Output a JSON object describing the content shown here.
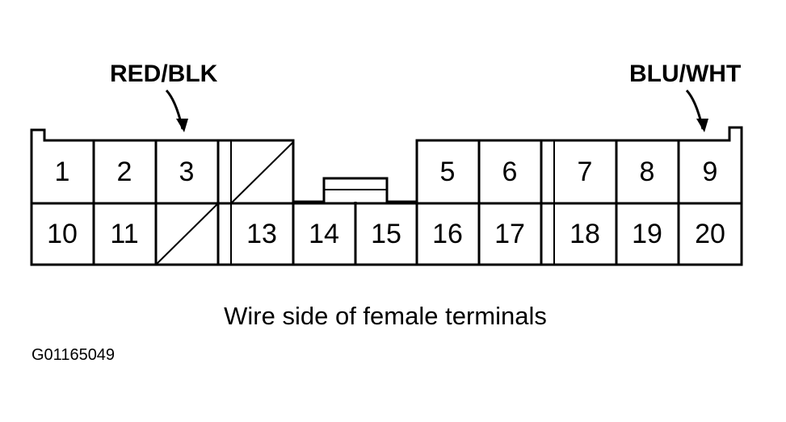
{
  "wire_labels": {
    "left": "RED/BLK",
    "right": "BLU/WHT"
  },
  "pins": {
    "p1": "1",
    "p2": "2",
    "p3": "3",
    "p5": "5",
    "p6": "6",
    "p7": "7",
    "p8": "8",
    "p9": "9",
    "p10": "10",
    "p11": "11",
    "p13": "13",
    "p14": "14",
    "p15": "15",
    "p16": "16",
    "p17": "17",
    "p18": "18",
    "p19": "19",
    "p20": "20"
  },
  "caption": "Wire side of female terminals",
  "figure_code": "G01165049"
}
